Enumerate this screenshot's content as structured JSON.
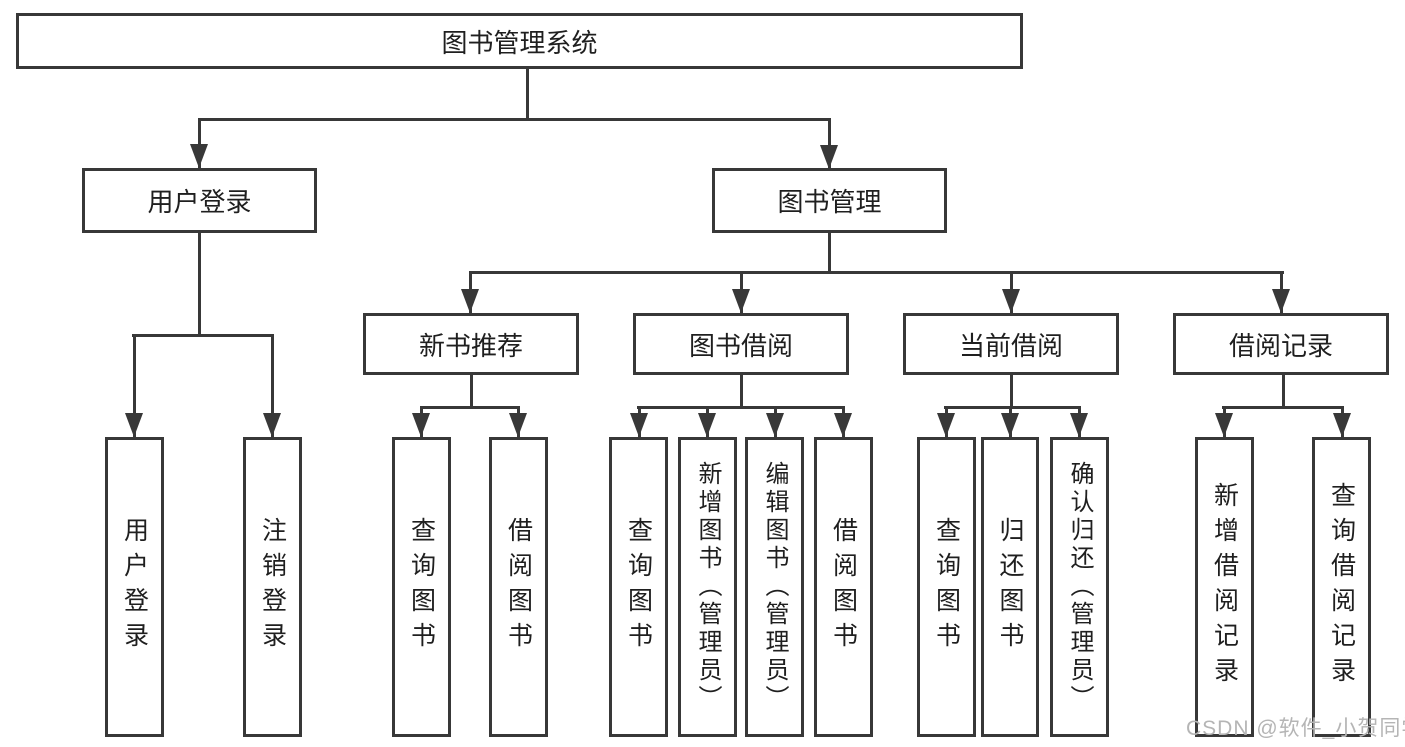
{
  "diagram": {
    "title_node": "图书管理系统",
    "line_color": "#383838",
    "text_color": "#1f1f1f",
    "background_color": "#ffffff",
    "nodes": {
      "root": {
        "label": "图书管理系统"
      },
      "user_login": {
        "label": "用户登录"
      },
      "book_mgmt": {
        "label": "图书管理"
      },
      "new_book_rec": {
        "label": "新书推荐"
      },
      "book_borrow": {
        "label": "图书借阅"
      },
      "current_borrow": {
        "label": "当前借阅"
      },
      "borrow_record": {
        "label": "借阅记录"
      },
      "leaf_user_login": {
        "label": "用户登录"
      },
      "leaf_logout": {
        "label": "注销登录"
      },
      "leaf_rec_query": {
        "label": "查询图书"
      },
      "leaf_rec_borrow": {
        "label": "借阅图书"
      },
      "leaf_bb_query": {
        "label": "查询图书"
      },
      "leaf_bb_add": {
        "label": "新增图书（管理员）"
      },
      "leaf_bb_edit": {
        "label": "编辑图书（管理员）"
      },
      "leaf_bb_borrow": {
        "label": "借阅图书"
      },
      "leaf_cb_query": {
        "label": "查询图书"
      },
      "leaf_cb_return": {
        "label": "归还图书"
      },
      "leaf_cb_confirm": {
        "label": "确认归还（管理员）"
      },
      "leaf_br_add": {
        "label": "新增借阅记录"
      },
      "leaf_br_query": {
        "label": "查询借阅记录"
      }
    }
  },
  "watermark": {
    "text": "CSDN @软件_小贺同学",
    "color": "#b5b5b5"
  }
}
